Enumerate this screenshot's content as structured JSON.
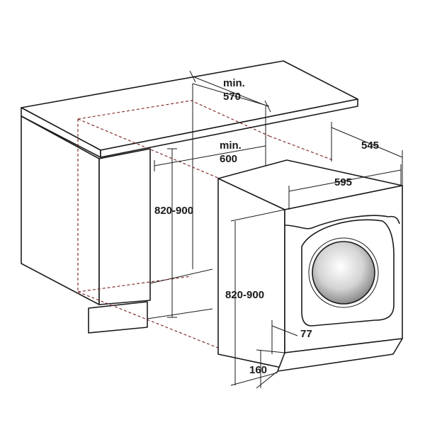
{
  "dimensions": {
    "countertop_depth_min_prefix": "min.",
    "countertop_depth_min_value": "570",
    "niche_width_min_prefix": "min.",
    "niche_width_min_value": "600",
    "niche_height": "820-900",
    "machine_depth": "545",
    "machine_width": "595",
    "machine_height": "820-900",
    "plinth_setback": "77",
    "plinth_height": "160"
  },
  "colors": {
    "line": "#1a1a1a",
    "hidden_line": "#7a1f1f",
    "door_glass_center": "#ffffff",
    "door_glass_edge": "#8a8a8a"
  }
}
